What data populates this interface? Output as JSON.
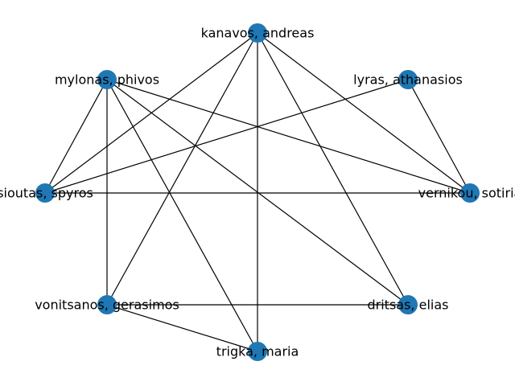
{
  "graph": {
    "type": "network",
    "node_color": "#1f77b4",
    "edge_color": "#000000",
    "nodes": [
      {
        "id": "kanavos",
        "label": "kanavos, andreas"
      },
      {
        "id": "lyras",
        "label": "lyras, athanasios"
      },
      {
        "id": "vernikou",
        "label": "vernikou, sotiria"
      },
      {
        "id": "dritsas",
        "label": "dritsas, elias"
      },
      {
        "id": "trigka",
        "label": "trigka, maria"
      },
      {
        "id": "vonitsanos",
        "label": "vonitsanos, gerasimos"
      },
      {
        "id": "sioutas",
        "label": "sioutas, spyros"
      },
      {
        "id": "mylonas",
        "label": "mylonas, phivos"
      }
    ],
    "edges": [
      [
        "kanavos",
        "sioutas"
      ],
      [
        "kanavos",
        "vonitsanos"
      ],
      [
        "kanavos",
        "trigka"
      ],
      [
        "kanavos",
        "dritsas"
      ],
      [
        "kanavos",
        "vernikou"
      ],
      [
        "mylonas",
        "sioutas"
      ],
      [
        "mylonas",
        "vonitsanos"
      ],
      [
        "mylonas",
        "trigka"
      ],
      [
        "mylonas",
        "dritsas"
      ],
      [
        "mylonas",
        "vernikou"
      ],
      [
        "lyras",
        "sioutas"
      ],
      [
        "lyras",
        "vernikou"
      ],
      [
        "sioutas",
        "vernikou"
      ],
      [
        "vonitsanos",
        "dritsas"
      ],
      [
        "vonitsanos",
        "trigka"
      ]
    ]
  }
}
